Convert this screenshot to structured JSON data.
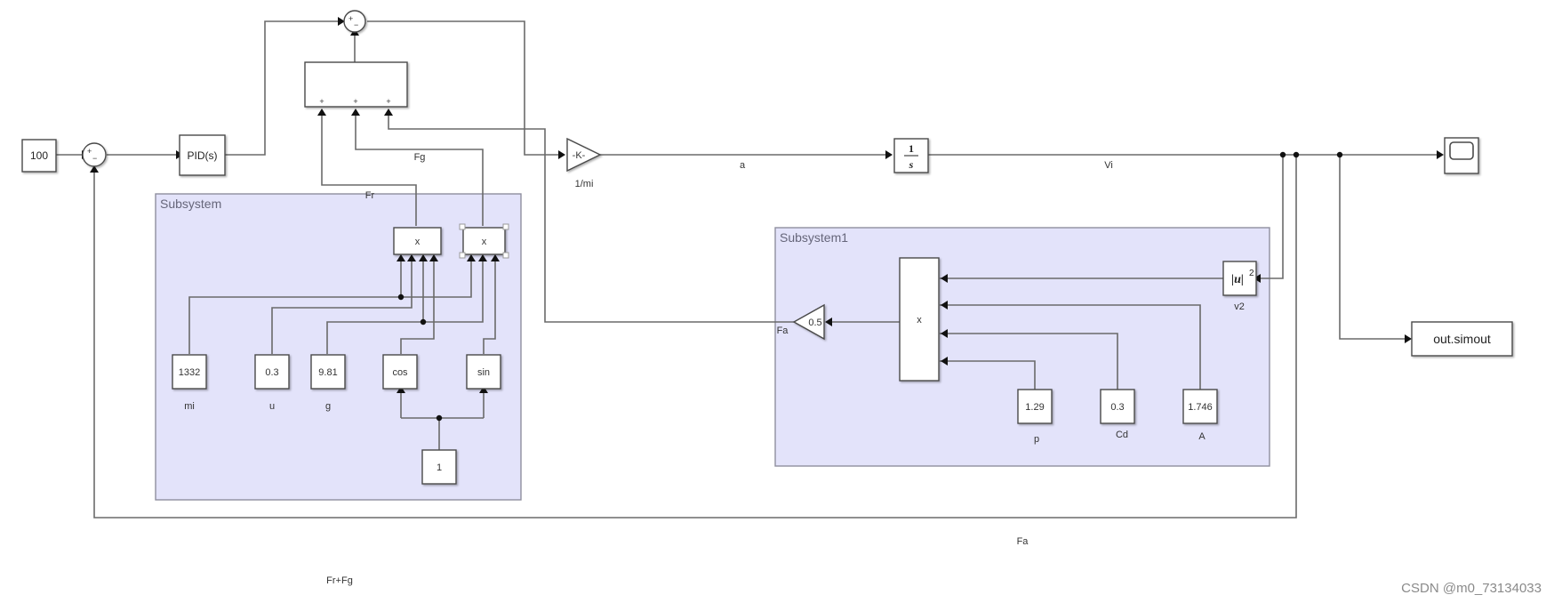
{
  "diagram": {
    "type": "simulink-block-diagram",
    "watermark": "CSDN @m0_73134033",
    "blocks": {
      "setpoint": {
        "type": "constant",
        "value": "100"
      },
      "sum_error": {
        "type": "sum",
        "signs": [
          "+",
          "−"
        ]
      },
      "pid": {
        "type": "pid-controller",
        "label": "PID(s)"
      },
      "sum_force": {
        "type": "sum",
        "signs": [
          "+",
          "−"
        ]
      },
      "sum_resist": {
        "type": "sum",
        "signs": [
          "+",
          "+",
          "+"
        ]
      },
      "gain_inv_mass": {
        "type": "gain",
        "label": "-K-",
        "name": "1/mi"
      },
      "integrator": {
        "type": "integrator",
        "numerator": "1",
        "denominator": "s"
      },
      "scope": {
        "type": "scope"
      },
      "to_workspace": {
        "type": "to-workspace",
        "label": "out.simout"
      }
    },
    "subsystem": {
      "title": "Subsystem",
      "product1": {
        "label": "x"
      },
      "product2": {
        "label": "x"
      },
      "constants": [
        {
          "value": "1332",
          "name": "mi"
        },
        {
          "value": "0.3",
          "name": "u"
        },
        {
          "value": "9.81",
          "name": "g"
        }
      ],
      "cos": {
        "label": "cos"
      },
      "sin": {
        "label": "sin"
      },
      "angle": {
        "value": "1"
      }
    },
    "subsystem1": {
      "title": "Subsystem1",
      "product": {
        "label": "x"
      },
      "gain": {
        "value": "0.5"
      },
      "square": {
        "label_base": "|u|",
        "label_exp": "2",
        "name": "v2"
      },
      "constants": [
        {
          "value": "1.29",
          "name": "p"
        },
        {
          "value": "0.3",
          "name": "Cd"
        },
        {
          "value": "1.746",
          "name": "A"
        }
      ]
    },
    "signals": {
      "fr": "Fr",
      "fg": "Fg",
      "a": "a",
      "vi": "Vi",
      "fa_inner": "Fa",
      "fa_outer": "Fa",
      "fr_fg": "Fr+Fg"
    }
  }
}
